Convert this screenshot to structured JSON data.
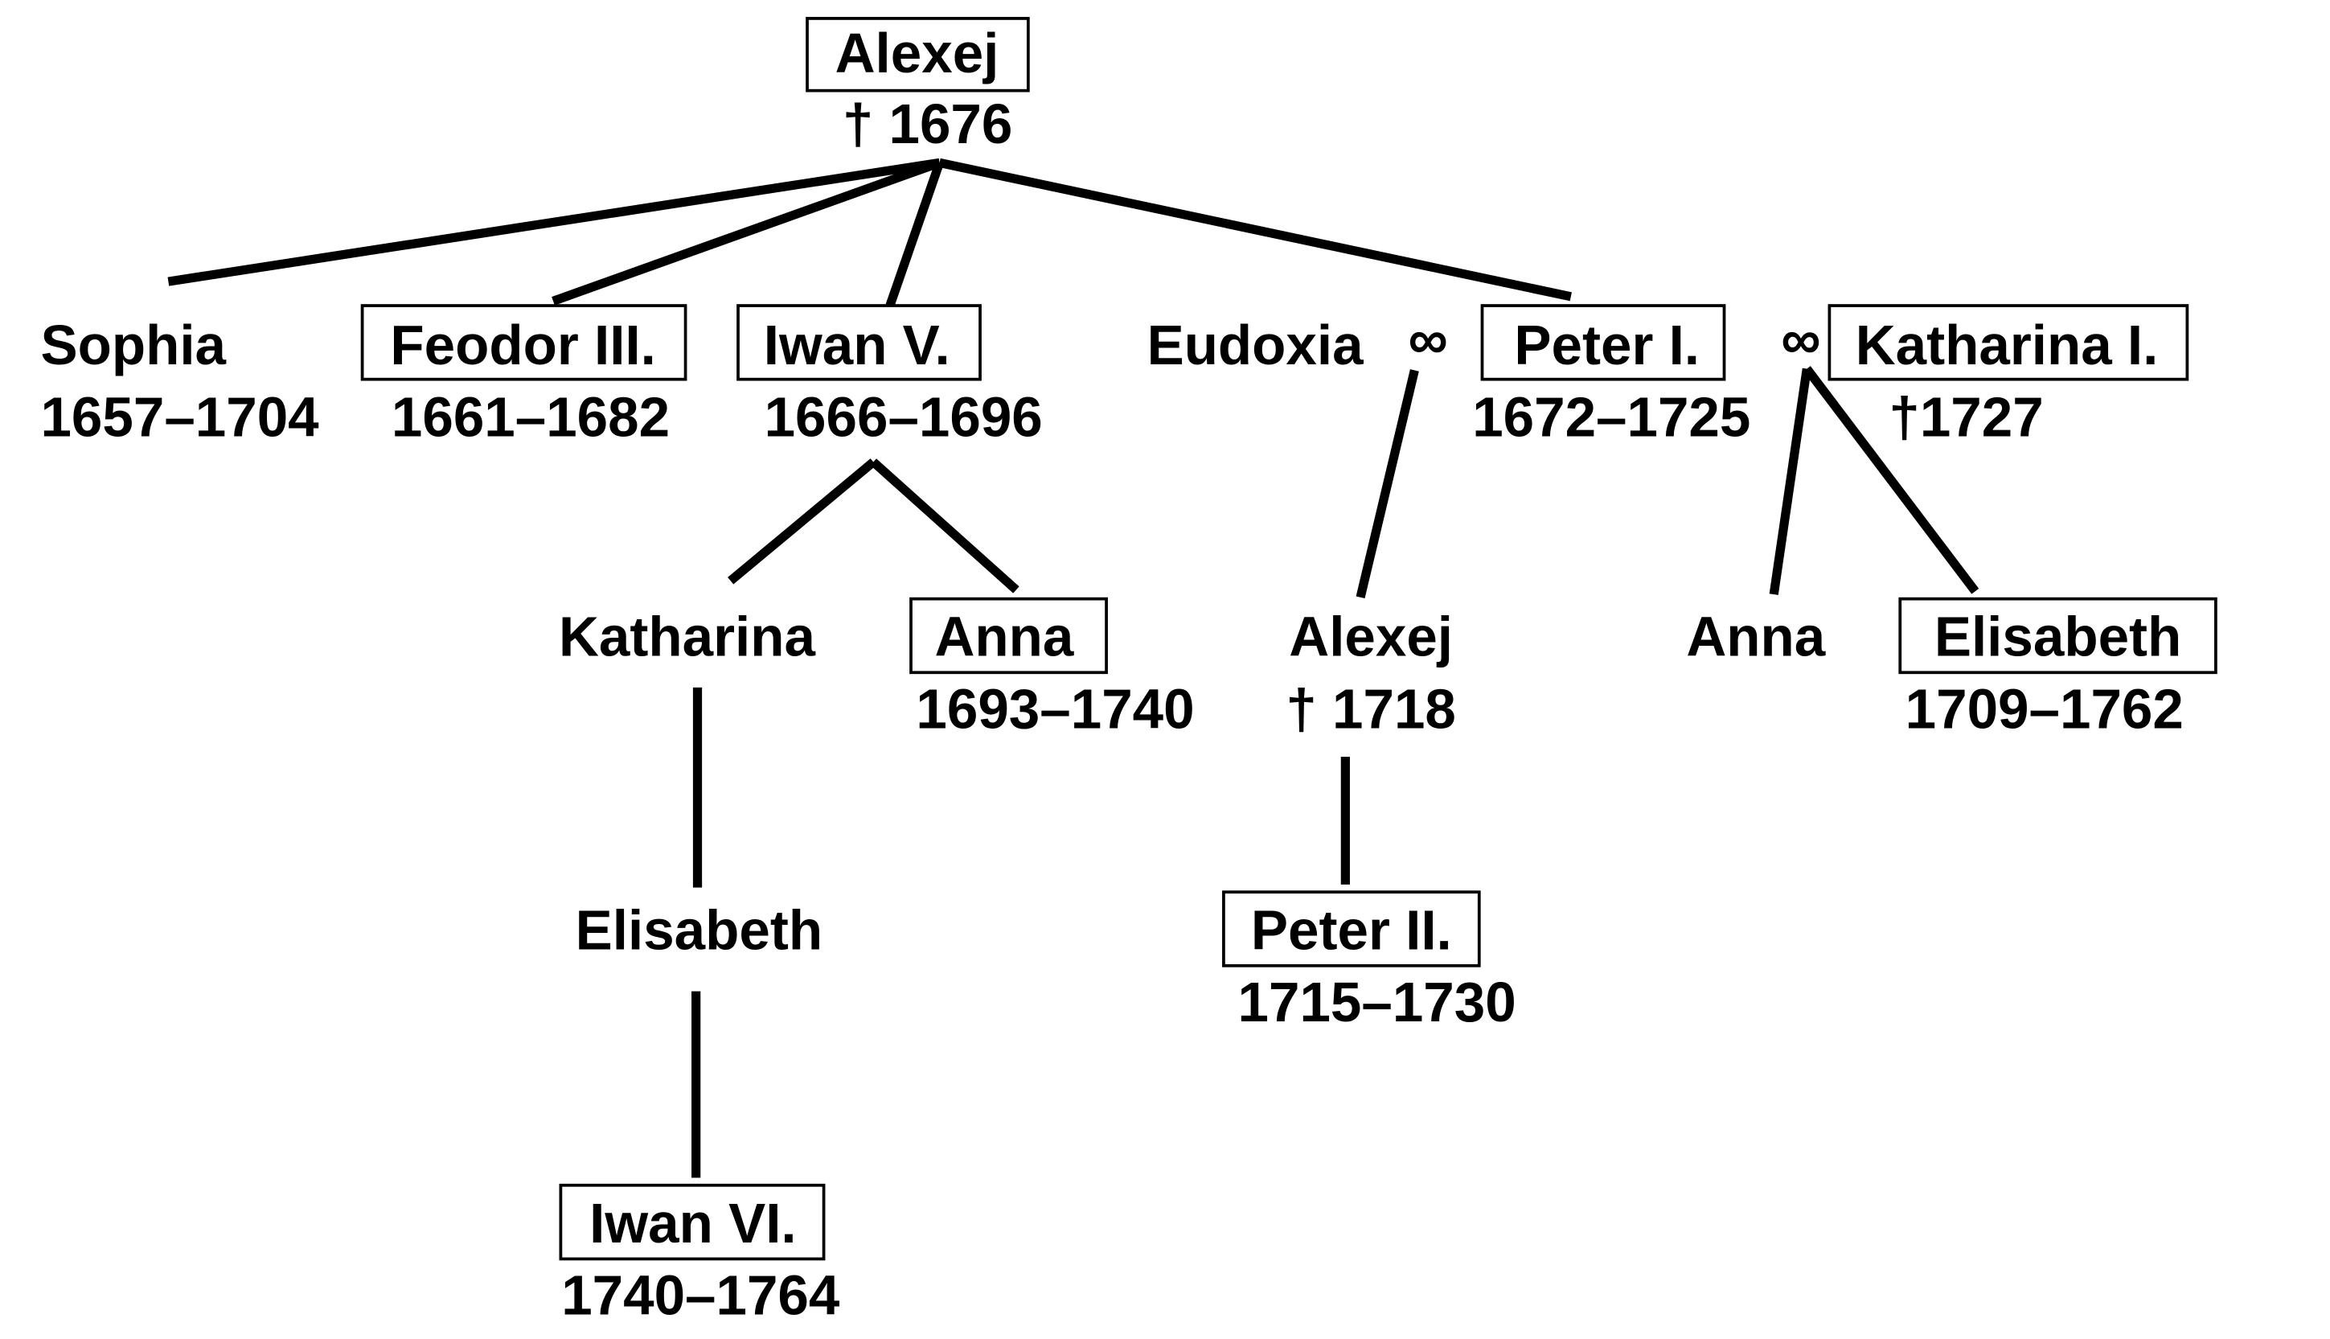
{
  "title": "Family tree of Russian tsars",
  "marriage_symbol": "∞",
  "persons": {
    "alexej_root": {
      "name": "Alexej",
      "dates": "† 1676"
    },
    "sophia": {
      "name": "Sophia",
      "dates": "1657–1704"
    },
    "feodor": {
      "name": "Feodor III.",
      "dates": "1661–1682"
    },
    "iwan5": {
      "name": "Iwan V.",
      "dates": "1666–1696"
    },
    "eudoxia": {
      "name": "Eudoxia"
    },
    "peter1": {
      "name": "Peter I.",
      "dates": "1672–1725"
    },
    "katharina1": {
      "name": "Katharina I.",
      "dates": "†1727"
    },
    "katharina": {
      "name": "Katharina"
    },
    "anna_iw": {
      "name": "Anna",
      "dates": "1693–1740"
    },
    "alexej_son": {
      "name": "Alexej",
      "dates": "† 1718"
    },
    "anna_pe": {
      "name": "Anna"
    },
    "elisabeth_pe": {
      "name": "Elisabeth",
      "dates": "1709–1762"
    },
    "elisabeth_ka": {
      "name": "Elisabeth"
    },
    "peter2": {
      "name": "Peter II.",
      "dates": "1715–1730"
    },
    "iwan6": {
      "name": "Iwan VI.",
      "dates": "1740–1764"
    }
  }
}
